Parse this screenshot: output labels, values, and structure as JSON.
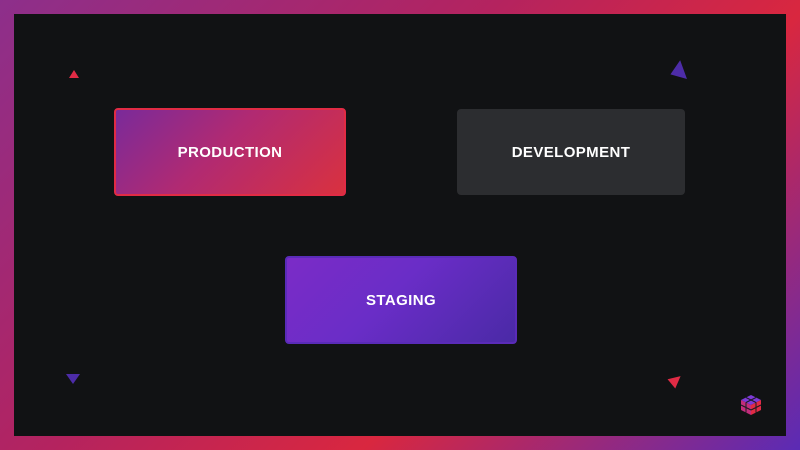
{
  "environments": [
    {
      "key": "production",
      "label": "PRODUCTION"
    },
    {
      "key": "development",
      "label": "DEVELOPMENT"
    },
    {
      "key": "staging",
      "label": "STAGING"
    }
  ],
  "colors": {
    "frame_gradient_start": "#8d2f8b",
    "frame_gradient_mid": "#d9273f",
    "frame_gradient_end": "#5b2bb5",
    "background": "#111214",
    "production_border": "#e12b45",
    "development_fill": "#2c2d30",
    "staging_border": "#5a2bb8",
    "accent_red": "#e12b45",
    "accent_purple": "#4d2ca8"
  },
  "icons": {
    "logo": "cube-logo-icon",
    "decor": [
      "triangle-icon",
      "triangle-icon",
      "triangle-icon",
      "triangle-icon"
    ]
  }
}
